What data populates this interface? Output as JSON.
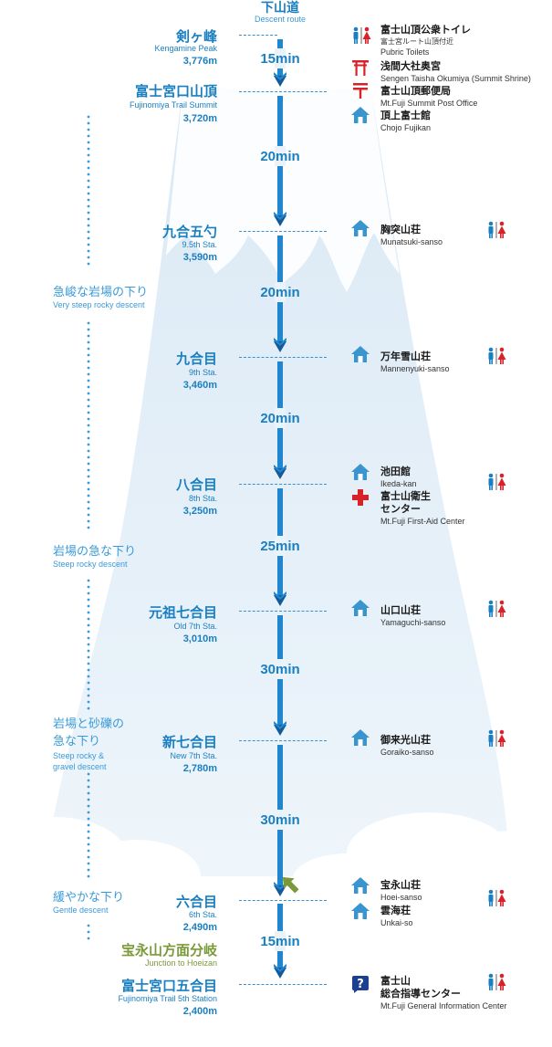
{
  "route_title": {
    "jp": "下山道",
    "en": "Descent route"
  },
  "stations": [
    {
      "jp": "剣ヶ峰",
      "en": "Kengamine Peak",
      "alt": "3,776m"
    },
    {
      "jp": "富士宮口山頂",
      "en": "Fujinomiya Trail Summit",
      "alt": "3,720m"
    },
    {
      "jp": "九合五勺",
      "en": "9.5th Sta.",
      "alt": "3,590m"
    },
    {
      "jp": "九合目",
      "en": "9th Sta.",
      "alt": "3,460m"
    },
    {
      "jp": "八合目",
      "en": "8th Sta.",
      "alt": "3,250m"
    },
    {
      "jp": "元祖七合目",
      "en": "Old 7th Sta.",
      "alt": "3,010m"
    },
    {
      "jp": "新七合目",
      "en": "New 7th Sta.",
      "alt": "2,780m"
    },
    {
      "jp": "六合目",
      "en": "6th Sta.",
      "alt": "2,490m"
    },
    {
      "jp": "宝永山方面分岐",
      "en": "Junction to Hoeizan",
      "alt": ""
    },
    {
      "jp": "富士宮口五合目",
      "en": "Fujinomiya Trail 5th Station",
      "alt": "2,400m"
    }
  ],
  "segments": [
    "15min",
    "20min",
    "20min",
    "20min",
    "25min",
    "30min",
    "30min",
    "15min"
  ],
  "gradients": [
    {
      "jp": [
        "急峻な岩場の下り"
      ],
      "en": [
        "Very steep rocky descent"
      ]
    },
    {
      "jp": [
        "岩場の急な下り"
      ],
      "en": [
        "Steep rocky descent"
      ]
    },
    {
      "jp": [
        "岩場と砂礫の",
        "急な下り"
      ],
      "en": [
        "Steep rocky &",
        "gravel descent"
      ]
    },
    {
      "jp": [
        "緩やかな下り"
      ],
      "en": [
        "Gentle descent"
      ]
    }
  ],
  "facilities": [
    {
      "icon": "toilet-icon",
      "jp": "富士山頂公衆トイレ",
      "sub": "富士宮ルート山頂付近",
      "en": "Pubric Toilets"
    },
    {
      "icon": "torii-icon",
      "jp": "浅間大社奥宮",
      "en": "Sengen Taisha Okumiya (Summit Shrine)"
    },
    {
      "icon": "post-office-icon",
      "jp": "富士山頂郵便局",
      "en": "Mt.Fuji Summit Post Office"
    },
    {
      "icon": "hut-icon",
      "jp": "頂上富士館",
      "en": "Chojo Fujikan"
    },
    {
      "icon": "hut-icon",
      "jp": "胸突山荘",
      "en": "Munatsuki-sanso"
    },
    {
      "icon": "hut-icon",
      "jp": "万年雪山荘",
      "en": "Mannenyuki-sanso"
    },
    {
      "icon": "hut-icon",
      "jp": "池田館",
      "en": "Ikeda-kan"
    },
    {
      "icon": "first-aid-icon",
      "jp": "富士山衛生",
      "jp2": "センター",
      "en": "Mt.Fuji First-Aid Center"
    },
    {
      "icon": "hut-icon",
      "jp": "山口山荘",
      "en": "Yamaguchi-sanso"
    },
    {
      "icon": "hut-icon",
      "jp": "御来光山荘",
      "en": "Goraiko-sanso"
    },
    {
      "icon": "hut-icon",
      "jp": "宝永山荘",
      "en": "Hoei-sanso"
    },
    {
      "icon": "hut-icon",
      "jp": "雲海荘",
      "en": "Unkai-so"
    },
    {
      "icon": "info-icon",
      "jp": "富士山",
      "jp2": "総合指導センター",
      "en": "Mt.Fuji General Information Center"
    }
  ],
  "colors": {
    "route_blue": "#1a7fc1",
    "arrow_blue": "#1f86cf",
    "shadow_blue": "#145a9a",
    "toilet_red": "#d8222a",
    "junction_green": "#7a9a3a"
  }
}
